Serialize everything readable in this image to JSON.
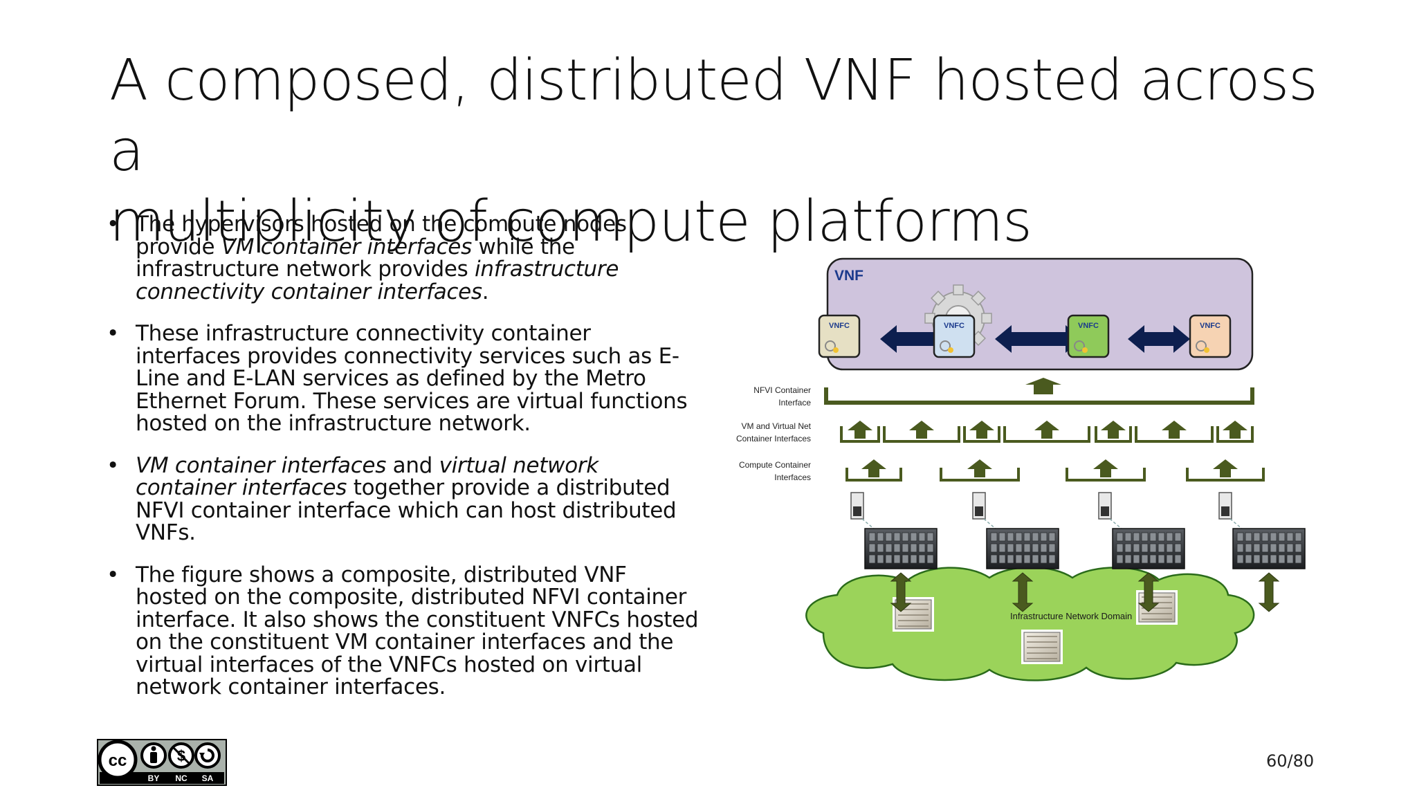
{
  "slide": {
    "title_line1": "A composed, distributed VNF hosted across a",
    "title_line2": "multiplicity of compute platforms",
    "page_number": "60/80"
  },
  "bullets": [
    {
      "parts": [
        {
          "t": "The hypervisors hosted on the compute nodes provide "
        },
        {
          "t": "VM container interfaces",
          "i": true
        },
        {
          "t": " while the infrastructure network provides "
        },
        {
          "t": "infrastructure connectivity container interfaces",
          "i": true
        },
        {
          "t": "."
        }
      ]
    },
    {
      "parts": [
        {
          "t": "These infrastructure connectivity container interfaces provides connectivity services such as E-Line and E-LAN services as defined by the Metro Ethernet Forum. These services are virtual functions hosted on the infrastructure network."
        }
      ]
    },
    {
      "parts": [
        {
          "t": "VM container interfaces",
          "i": true
        },
        {
          "t": " and "
        },
        {
          "t": "virtual network container interfaces",
          "i": true
        },
        {
          "t": " together provide a distributed NFVI container interface which can host distributed VNFs."
        }
      ]
    },
    {
      "parts": [
        {
          "t": "The figure shows a composite, distributed VNF hosted on the composite, distributed NFVI container interface. It also shows the constituent VNFCs hosted on the constituent VM container interfaces and the virtual interfaces of the VNFCs hosted on virtual network container interfaces."
        }
      ]
    }
  ],
  "bullet_symbol": "•",
  "figure": {
    "vnf_label": "VNF",
    "vnfc_label": "VNFC",
    "vnfc_colors": [
      "#e6e0c4",
      "#cfe0f0",
      "#8fca5a",
      "#f6d3b3"
    ],
    "nfvi_label_line1": "NFVI Container",
    "nfvi_label_line2": "Interface",
    "vm_label_line1": "VM and Virtual Net",
    "vm_label_line2": "Container Interfaces",
    "compute_label_line1": "Compute Container",
    "compute_label_line2": "Interfaces",
    "network_domain_label": "Infrastructure  Network Domain",
    "colors": {
      "vnf_box": "#cfc4dd",
      "arrow_dark_blue": "#0d1f4f",
      "bracket_green": "#5a6b2a",
      "cloud_green": "#9bd35a"
    }
  },
  "license": {
    "cc": "cc",
    "by": "BY",
    "nc": "NC",
    "sa": "SA"
  }
}
